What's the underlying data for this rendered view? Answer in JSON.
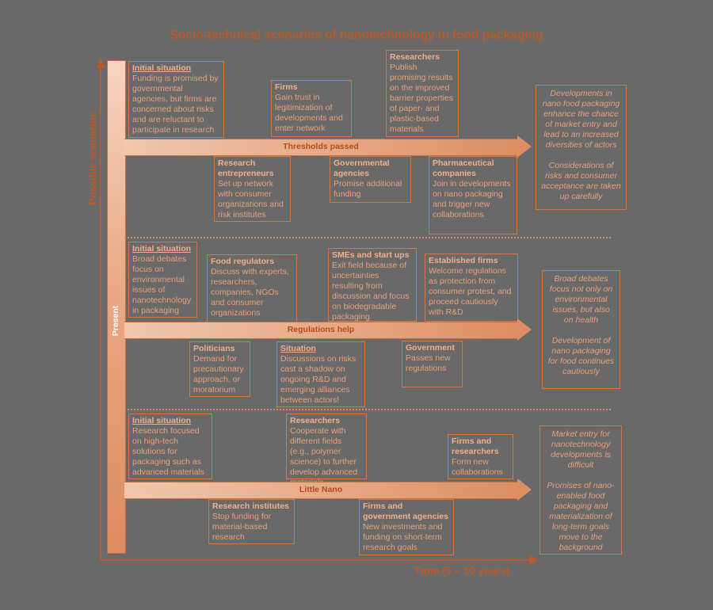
{
  "title": "Socio-technical scenarios of nanotechnology in food packaging",
  "axes": {
    "y_label": "Possible scenarios",
    "x_label": "Time (5 – 10 years)",
    "present_label": "Present"
  },
  "colors": {
    "background": "#696969",
    "accent": "#b85a2a",
    "box_border": "#d07a4c",
    "box_text": "#e8a27c"
  },
  "scenario1": {
    "arrow_label": "Thresholds passed",
    "initial": {
      "heading": "Initial situation",
      "body": "Funding is promised by governmental agencies, but firms are concerned about risks and are reluctant to participate in research"
    },
    "firms": {
      "heading": "Firms",
      "body": "Gain trust in legitimization of developments and enter network"
    },
    "researchers": {
      "heading": "Researchers",
      "body": "Publish promising results on the improved barrier properties of paper- and plastic-based materials"
    },
    "research_entrepreneurs": {
      "heading": "Research entrepreneurs",
      "body": "Set up network with consumer organizations and risk institutes"
    },
    "governmental_agencies": {
      "heading": "Governmental agencies",
      "body": "Promise additional funding"
    },
    "pharmaceutical": {
      "heading": "Pharmaceutical companies",
      "body": "Join in developments on nano packaging and trigger new collaborations"
    },
    "outcome": {
      "p1": "Developments in nano food packaging enhance the chance of market entry and lead to an increased diversities of actors",
      "p2": "Considerations of risks and consumer acceptance are taken up carefully"
    }
  },
  "scenario2": {
    "arrow_label": "Regulations help",
    "initial": {
      "heading": "Initial situation",
      "body": "Broad debates focus on environmental issues of nanotechnology in packaging"
    },
    "food_regulators": {
      "heading": "Food regulators",
      "body": "Discuss with experts, researchers, companies, NGOs and consumer organizations"
    },
    "smes": {
      "heading": "SMEs and start ups",
      "body": "Exit field because of uncertainties resulting from discussion and focus on biodegradable packaging"
    },
    "established_firms": {
      "heading": "Established firms",
      "body": "Welcome regulations as protection from consumer protest, and proceed cautiously with R&D"
    },
    "politicians": {
      "heading": "Politicians",
      "body": "Demand for precautionary approach, or moratorium"
    },
    "situation": {
      "heading": "Situation",
      "body": "Discussions on risks cast a shadow on ongoing R&D and emerging alliances between actors!"
    },
    "government": {
      "heading": "Government",
      "body": "Passes new regulations"
    },
    "outcome": {
      "p1": "Broad debates focus not only on environmental issues, but also on health",
      "p2": "Development of nano packaging for food continues cautiously"
    }
  },
  "scenario3": {
    "arrow_label": "Little Nano",
    "initial": {
      "heading": "Initial situation",
      "body": "Research focused on high-tech solutions for packaging such as advanced materials"
    },
    "researchers": {
      "heading": "Researchers",
      "body": "Cooperate with different fields (e.g., polymer science) to further develop advanced materials"
    },
    "firms_researchers": {
      "heading": "Firms and researchers",
      "body": "Form new collaborations"
    },
    "research_institutes": {
      "heading": "Research institutes",
      "body": "Stop funding for material-based research"
    },
    "firms_gov": {
      "heading": "Firms and government agencies",
      "body": "New investments and funding on short-term research goals"
    },
    "outcome": {
      "p1": "Market entry for nanotechnology developments is difficult",
      "p2": "Promises of nano-enabled food packaging and materialization of long-term goals move to the background"
    }
  }
}
